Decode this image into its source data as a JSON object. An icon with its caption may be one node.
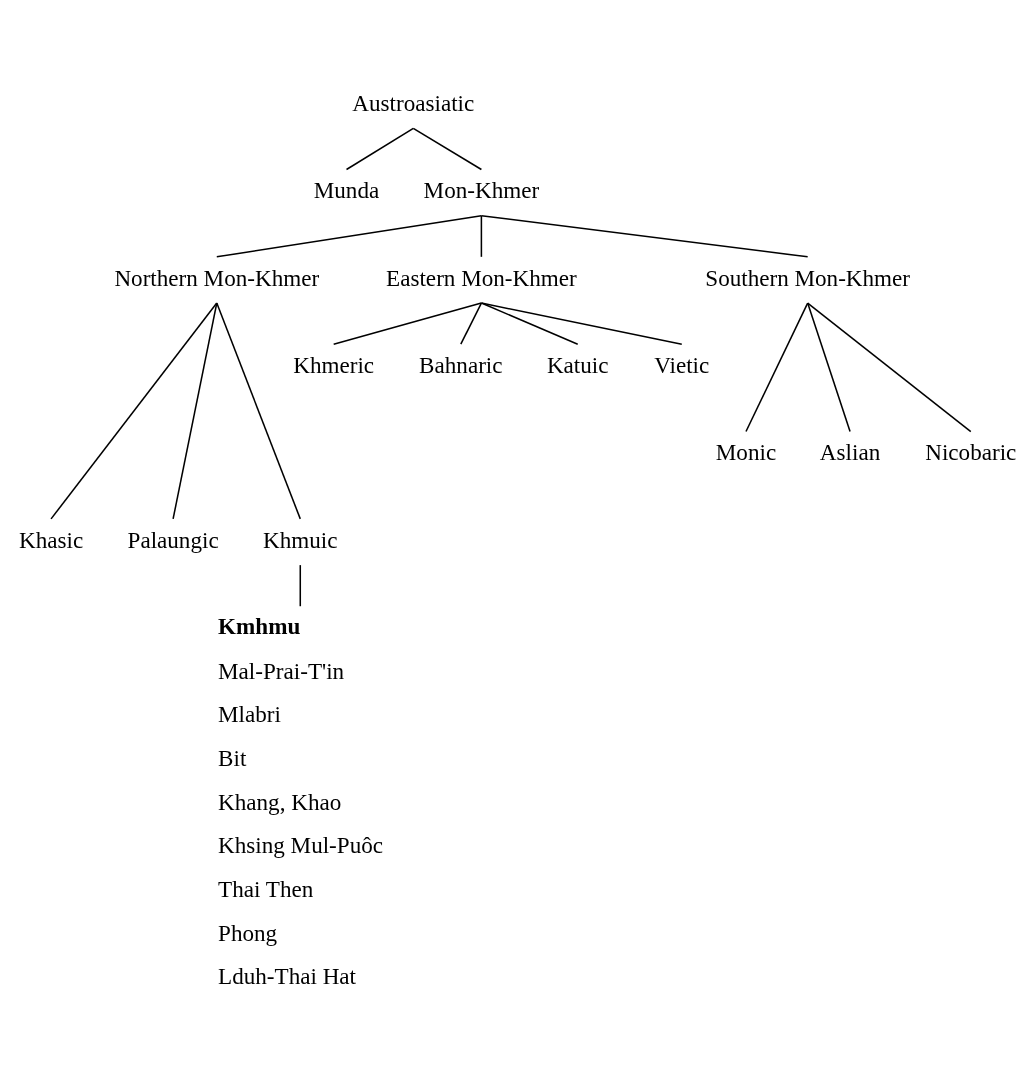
{
  "diagram": {
    "nodes": [
      {
        "text": [
          "Austroasiatic"
        ]
      },
      {
        "text": [
          "Munda"
        ]
      },
      {
        "text": [
          "Mon-Khmer"
        ]
      },
      {
        "text": [
          "Northern Mon-Khmer"
        ]
      },
      {
        "text": [
          "Eastern Mon-Khmer"
        ]
      },
      {
        "text": [
          "Southern Mon-Khmer"
        ]
      },
      {
        "text": [
          "Khmeric"
        ]
      },
      {
        "text": [
          "Bahnaric"
        ]
      },
      {
        "text": [
          "Katuic"
        ]
      },
      {
        "text": [
          "Vietic"
        ]
      },
      {
        "text": [
          "Monic"
        ]
      },
      {
        "text": [
          "Aslian"
        ]
      },
      {
        "text": [
          "Nicobaric"
        ]
      },
      {
        "text": [
          "Khasic"
        ]
      },
      {
        "text": [
          "Palaungic"
        ]
      },
      {
        "text": [
          "Khmuic"
        ]
      },
      {
        "text": [
          "Kmhmu",
          "Mal-Prai-T'in",
          "Mlabri",
          "Bit",
          "Khang, Khao",
          "Khsing Mul-Puôc",
          "Thai Then",
          "Phong",
          "Lduh-Thai Hat"
        ]
      }
    ],
    "edges": [
      {
        "from": 0,
        "to": 1,
        "arrow": "none"
      },
      {
        "from": 0,
        "to": 2,
        "arrow": "none"
      },
      {
        "from": 2,
        "to": 3,
        "arrow": "none"
      },
      {
        "from": 2,
        "to": 4,
        "arrow": "none"
      },
      {
        "from": 2,
        "to": 5,
        "arrow": "none"
      },
      {
        "from": 4,
        "to": 6,
        "arrow": "none"
      },
      {
        "from": 4,
        "to": 7,
        "arrow": "none"
      },
      {
        "from": 4,
        "to": 8,
        "arrow": "none"
      },
      {
        "from": 4,
        "to": 9,
        "arrow": "none"
      },
      {
        "from": 5,
        "to": 10,
        "arrow": "none"
      },
      {
        "from": 5,
        "to": 11,
        "arrow": "none"
      },
      {
        "from": 5,
        "to": 12,
        "arrow": "none"
      },
      {
        "from": 3,
        "to": 13,
        "arrow": "none"
      },
      {
        "from": 3,
        "to": 14,
        "arrow": "none"
      },
      {
        "from": 3,
        "to": 15,
        "arrow": "none"
      },
      {
        "from": 15,
        "to": 16,
        "arrow": "none"
      }
    ]
  }
}
